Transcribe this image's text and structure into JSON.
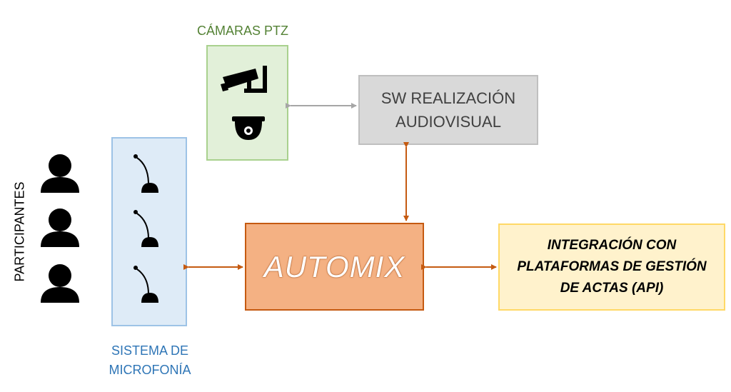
{
  "ptz_label": "CÁMARAS PTZ",
  "sw_label": "SW REALIZACIÓN AUDIOVISUAL",
  "automix_label": "AUTOMIX",
  "integration_label": "INTEGRACIÓN CON PLATAFORMAS DE GESTIÓN DE ACTAS (API)",
  "mic_system_label": "SISTEMA DE MICROFONÍA",
  "participants_label": "PARTICIPANTES",
  "colors": {
    "ptz_fill": "#E2F0D9",
    "mic_fill": "#DEEBF7",
    "sw_fill": "#D9D9D9",
    "automix_fill": "#F4B183",
    "integration_fill": "#FFF2CC",
    "arrow_orange": "#C55A11",
    "arrow_gray": "#A6A6A6"
  },
  "icons": [
    "security-camera-icon",
    "dome-camera-icon",
    "microphone-icon",
    "person-icon"
  ]
}
